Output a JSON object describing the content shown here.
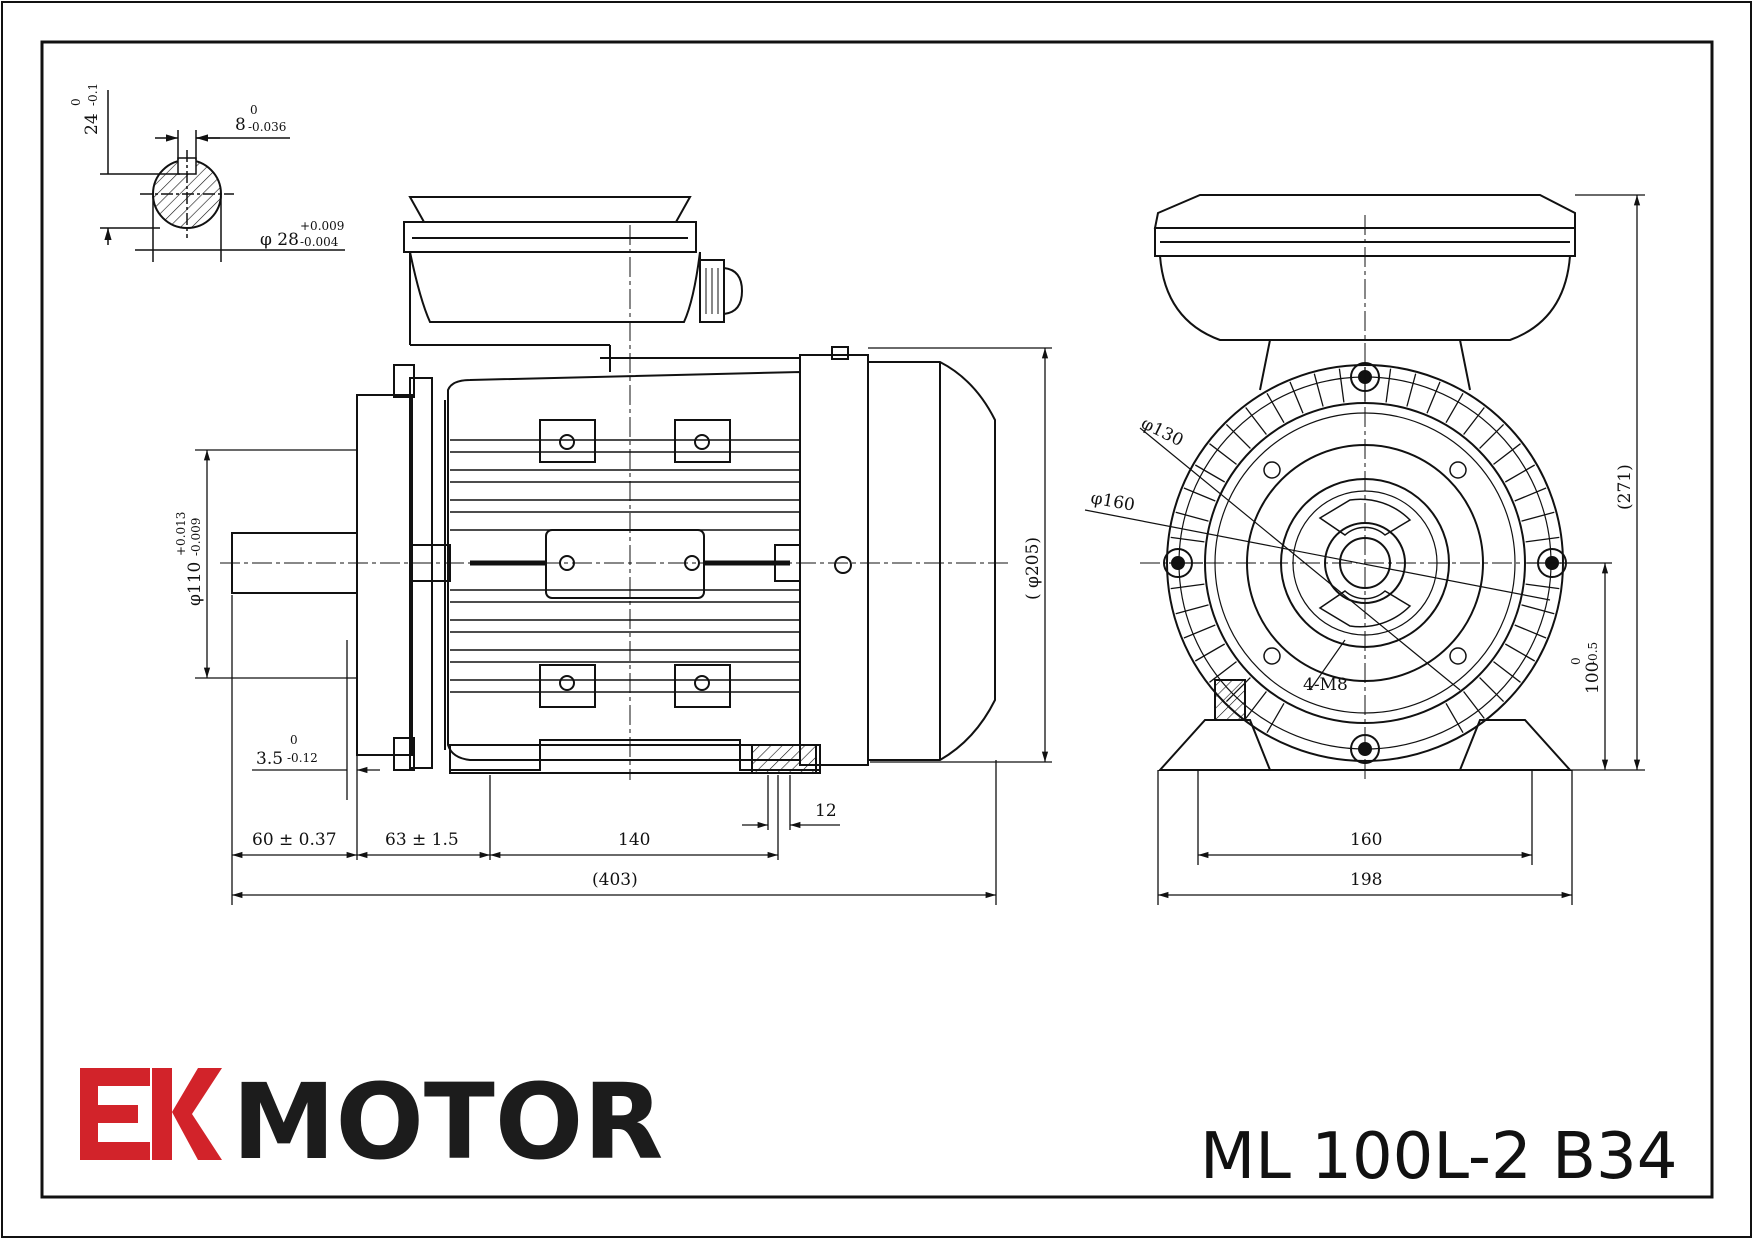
{
  "brand": {
    "mark": "EK",
    "name": "MOTOR",
    "mark_color": "#d2232a",
    "text_color": "#1c1c1c"
  },
  "model": "ML 100L-2 B34",
  "shaft_detail": {
    "key_height": "24",
    "key_height_tol_upper": "0",
    "key_height_tol_lower": "-0.1",
    "key_width": "8",
    "key_width_tol_upper": "0",
    "key_width_tol_lower": "-0.036",
    "shaft_diameter": "φ 28",
    "shaft_diameter_tol_upper": "+0.009",
    "shaft_diameter_tol_lower": "-0.004"
  },
  "side_view": {
    "flange_diameter": "φ110",
    "flange_diameter_tol_upper": "+0.013",
    "flange_diameter_tol_lower": "-0.009",
    "flange_spigot": "3.5",
    "flange_spigot_tol_upper": "0",
    "flange_spigot_tol_lower": "-0.12",
    "shaft_length": "60 ± 0.37",
    "flange_to_foot": "63 ± 1.5",
    "foot_hole_spacing": "140",
    "foot_hole": "12",
    "overall_length": "(403)",
    "fan_cover_diameter": "( φ205)"
  },
  "end_view": {
    "pcd_inner": "φ130",
    "pcd_outer": "φ160",
    "thread_holes": "4-M8",
    "overall_height": "(271)",
    "shaft_height": "100",
    "shaft_height_tol_upper": "0",
    "shaft_height_tol_lower": "-0.5",
    "foot_spacing": "160",
    "overall_width": "198"
  }
}
